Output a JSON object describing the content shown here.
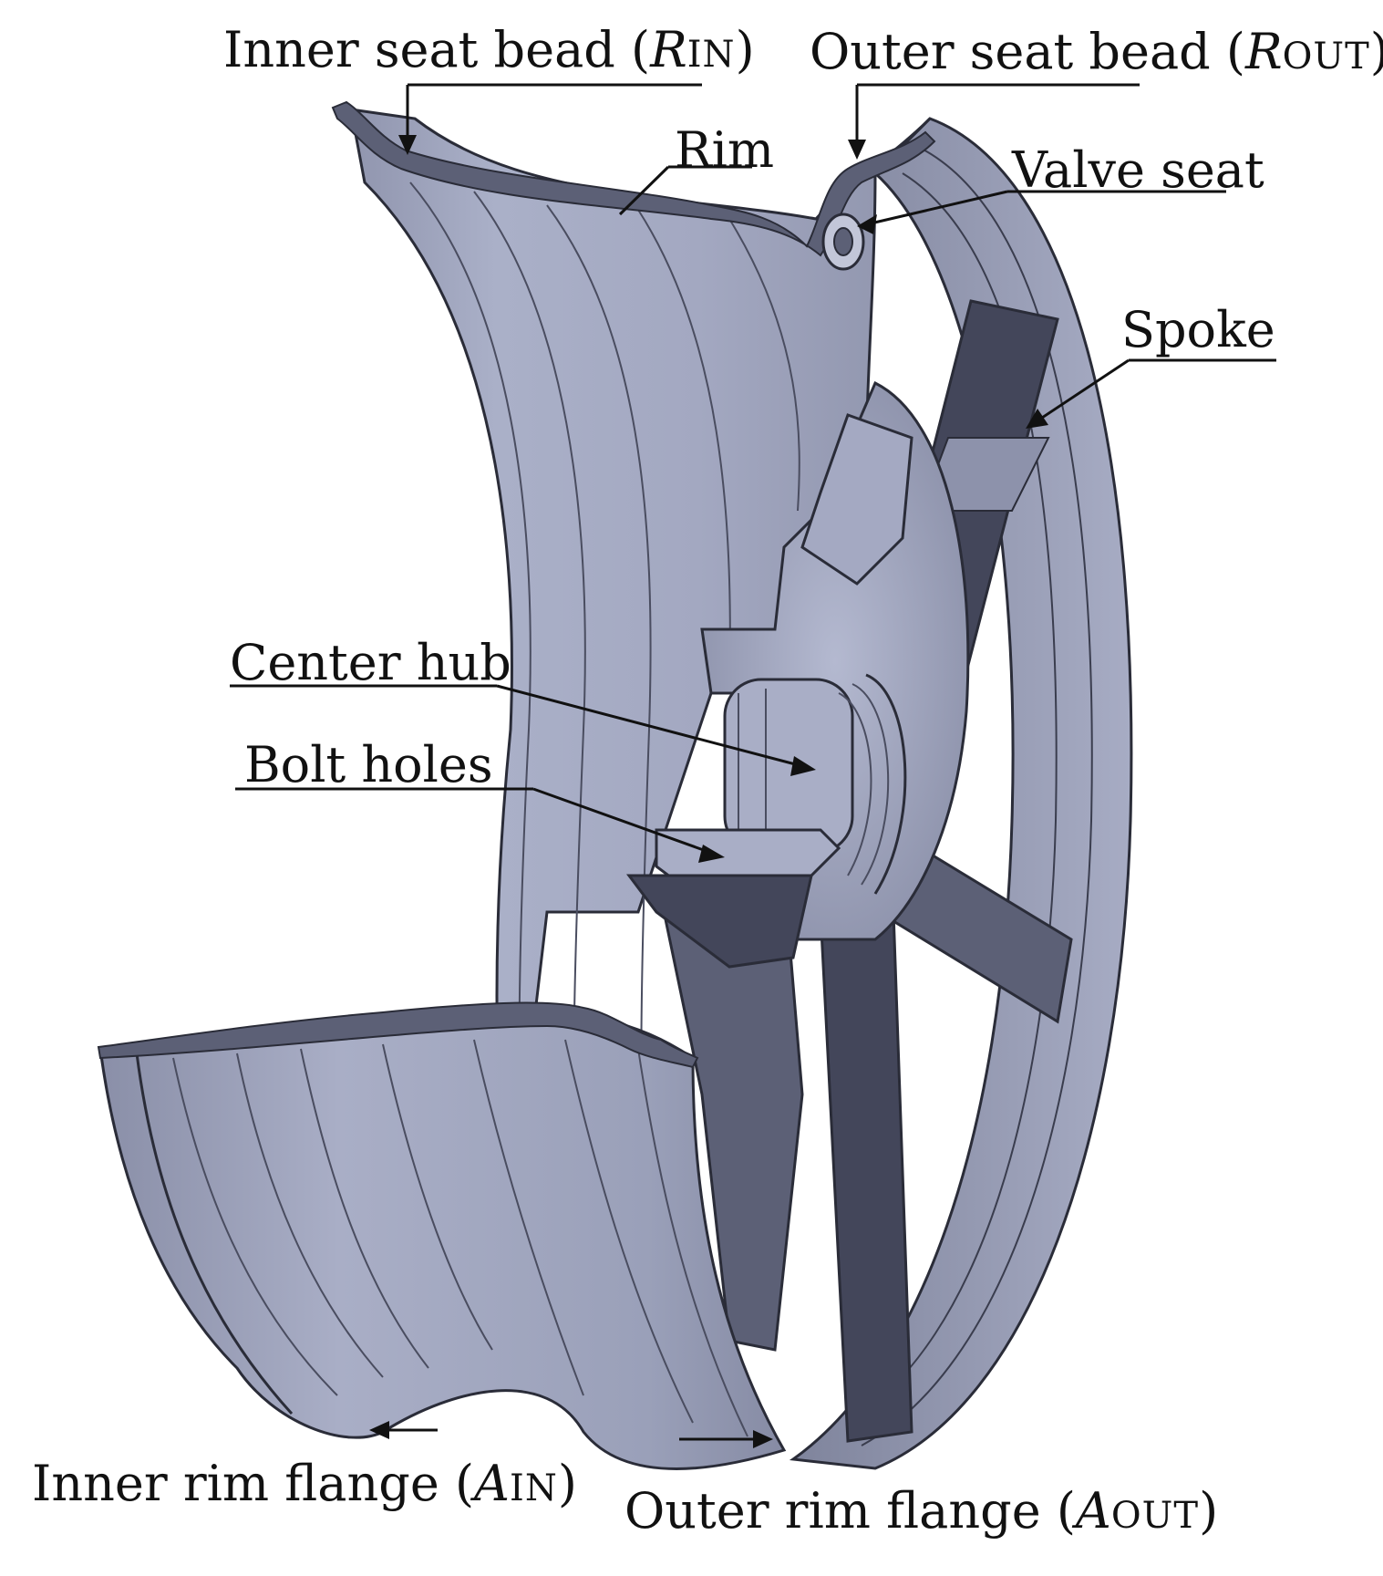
{
  "labels": {
    "inner_seat_bead": {
      "text": "Inner seat bead (",
      "sym": "R",
      "sub": "IN",
      "close": ")"
    },
    "outer_seat_bead": {
      "text": "Outer seat bead (",
      "sym": "R",
      "sub": "OUT",
      "close": ")"
    },
    "rim": "Rim",
    "valve_seat": "Valve seat",
    "spoke": "Spoke",
    "center_hub": "Center hub",
    "bolt_holes": "Bolt holes",
    "inner_rim_flange": {
      "text": "Inner rim flange (",
      "sym": "A",
      "sub": "IN",
      "close": ")"
    },
    "outer_rim_flange": {
      "text": "Outer rim flange (",
      "sym": "A",
      "sub": "OUT",
      "close": ")"
    }
  },
  "colors": {
    "metal_light": "#a4a9c2",
    "metal_mid": "#8d92ab",
    "metal_dark": "#5c6076",
    "metal_shadow": "#43465a",
    "edge": "#2a2c38",
    "leader": "#111111"
  }
}
